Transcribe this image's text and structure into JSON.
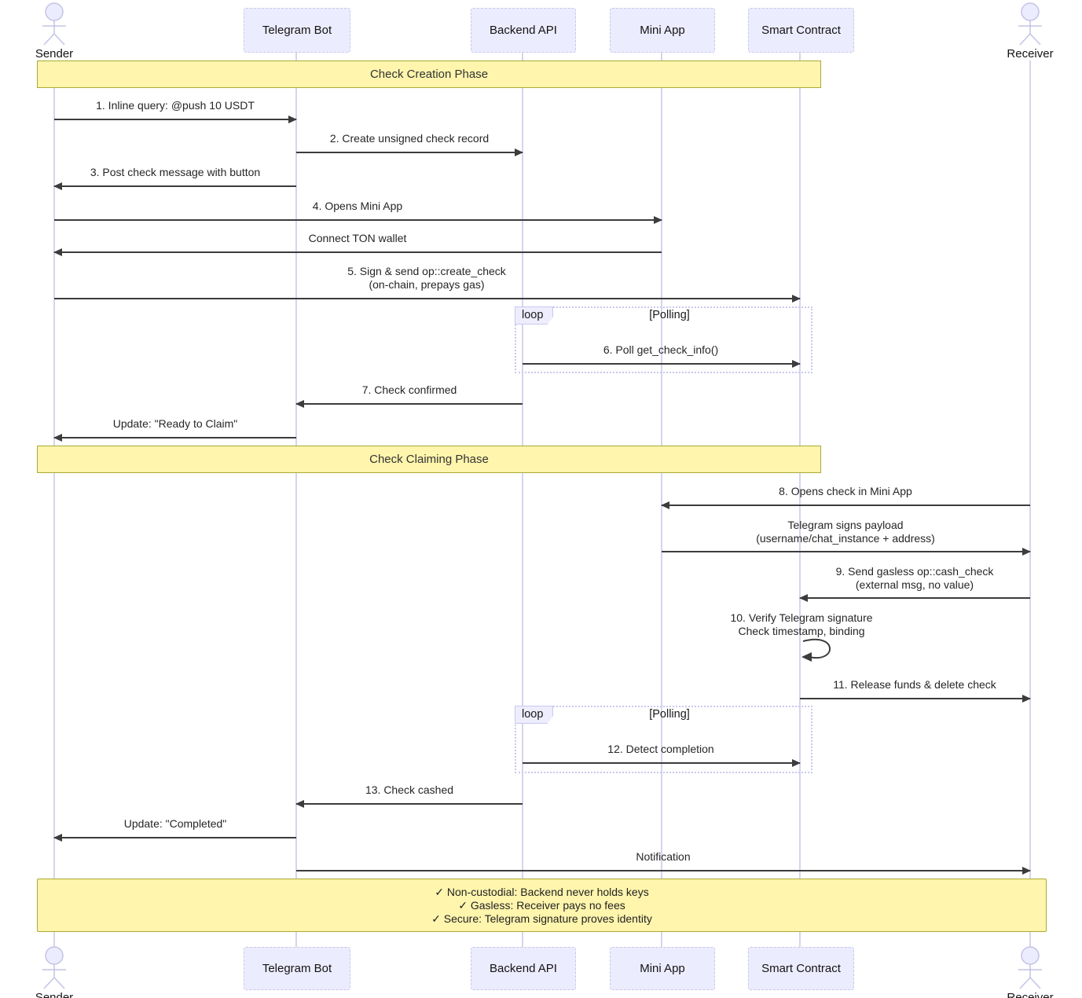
{
  "participants": [
    {
      "label": "Sender",
      "type": "actor"
    },
    {
      "label": "Telegram Bot",
      "type": "box"
    },
    {
      "label": "Backend API",
      "type": "box"
    },
    {
      "label": "Mini App",
      "type": "box"
    },
    {
      "label": "Smart Contract",
      "type": "box"
    },
    {
      "label": "Receiver",
      "type": "actor"
    }
  ],
  "sections": [
    {
      "label": "Check Creation Phase"
    },
    {
      "label": "Check Claiming Phase"
    }
  ],
  "loops": [
    {
      "label": "loop",
      "condition": "[Polling]"
    },
    {
      "label": "loop",
      "condition": "[Polling]"
    }
  ],
  "messages": [
    {
      "text": "1. Inline query: @push 10 USDT",
      "from": "Sender",
      "to": "Telegram Bot"
    },
    {
      "text": "2. Create unsigned check record",
      "from": "Telegram Bot",
      "to": "Backend API"
    },
    {
      "text": "3. Post check message with button",
      "from": "Telegram Bot",
      "to": "Sender"
    },
    {
      "text": "4. Opens Mini App",
      "from": "Sender",
      "to": "Mini App"
    },
    {
      "text": "Connect TON wallet",
      "from": "Mini App",
      "to": "Sender"
    },
    {
      "text": "5. Sign & send op::create_check",
      "text2": "(on-chain, prepays gas)",
      "from": "Sender",
      "to": "Smart Contract"
    },
    {
      "text": "6. Poll get_check_info()",
      "from": "Backend API",
      "to": "Smart Contract"
    },
    {
      "text": "7. Check confirmed",
      "from": "Backend API",
      "to": "Telegram Bot"
    },
    {
      "text": "Update: \"Ready to Claim\"",
      "from": "Telegram Bot",
      "to": "Sender"
    },
    {
      "text": "8. Opens check in Mini App",
      "from": "Receiver",
      "to": "Mini App"
    },
    {
      "text": "Telegram signs payload",
      "text2": "(username/chat_instance + address)",
      "from": "Mini App",
      "to": "Receiver"
    },
    {
      "text": "9. Send gasless op::cash_check",
      "text2": "(external msg, no value)",
      "from": "Receiver",
      "to": "Smart Contract"
    },
    {
      "text": "10. Verify Telegram signature",
      "text2": "Check timestamp, binding",
      "from": "Smart Contract",
      "to": "Smart Contract"
    },
    {
      "text": "11. Release funds & delete check",
      "from": "Smart Contract",
      "to": "Receiver"
    },
    {
      "text": "12. Detect completion",
      "from": "Backend API",
      "to": "Smart Contract"
    },
    {
      "text": "13. Check cashed",
      "from": "Backend API",
      "to": "Telegram Bot"
    },
    {
      "text": "Update: \"Completed\"",
      "from": "Telegram Bot",
      "to": "Sender"
    },
    {
      "text": "Notification",
      "from": "Telegram Bot",
      "to": "Receiver"
    }
  ],
  "note": {
    "line1": "✓ Non-custodial: Backend never holds keys",
    "line2": "✓ Gasless: Receiver pays no fees",
    "line3": "✓ Secure: Telegram signature proves identity"
  },
  "colors": {
    "participant_fill": "#ECECFF",
    "participant_border": "#C8C8E8",
    "actor_stroke": "#C3C3E6",
    "band_fill": "#FFF5AD",
    "band_border": "#AAAA33",
    "lifeline": "#D5D5EC",
    "arrow": "#3C3C3C",
    "text": "#262626",
    "loop_border": "#C9C9EF"
  }
}
